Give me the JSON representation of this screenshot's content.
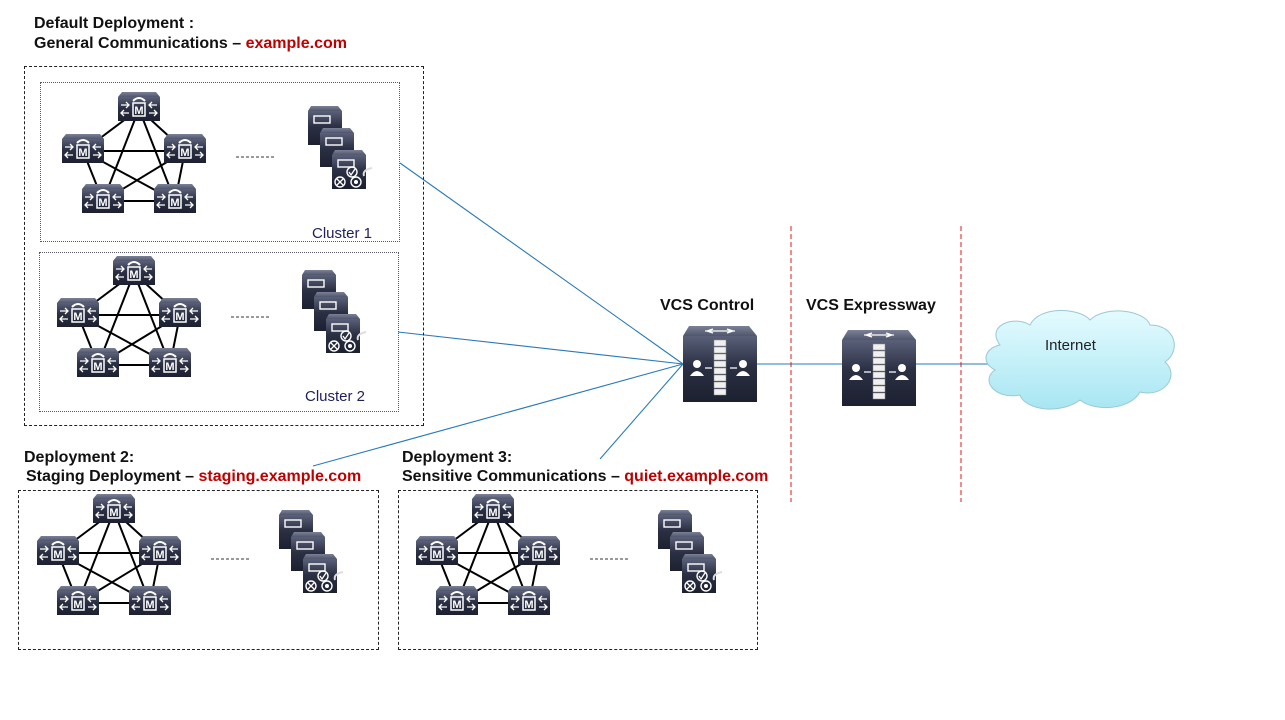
{
  "deployments": [
    {
      "title": "Default Deployment :",
      "subtitle": "General Communications – ",
      "domain": "example.com",
      "clusters": [
        {
          "label": "Cluster 1"
        },
        {
          "label": "Cluster 2"
        }
      ]
    },
    {
      "title": "Deployment 2:",
      "subtitle": "Staging  Deployment – ",
      "domain": "staging.example.com"
    },
    {
      "title": "Deployment 3:",
      "subtitle": "Sensitive Communications – ",
      "domain": "quiet.example.com"
    }
  ],
  "nodes": {
    "vcs_control": {
      "label": "VCS Control",
      "icon": "firewall-router-icon"
    },
    "vcs_expressway": {
      "label": "VCS Expressway",
      "icon": "firewall-router-icon"
    },
    "internet": {
      "label": "Internet",
      "icon": "cloud-icon"
    }
  },
  "device_icons": {
    "conference_server": "mcu-server-icon",
    "server_stack": "server-stack-icon"
  },
  "colors": {
    "link": "#2a7ab8",
    "boundary": "#d02020",
    "domain": "#c00000",
    "device": "#2e3447"
  }
}
